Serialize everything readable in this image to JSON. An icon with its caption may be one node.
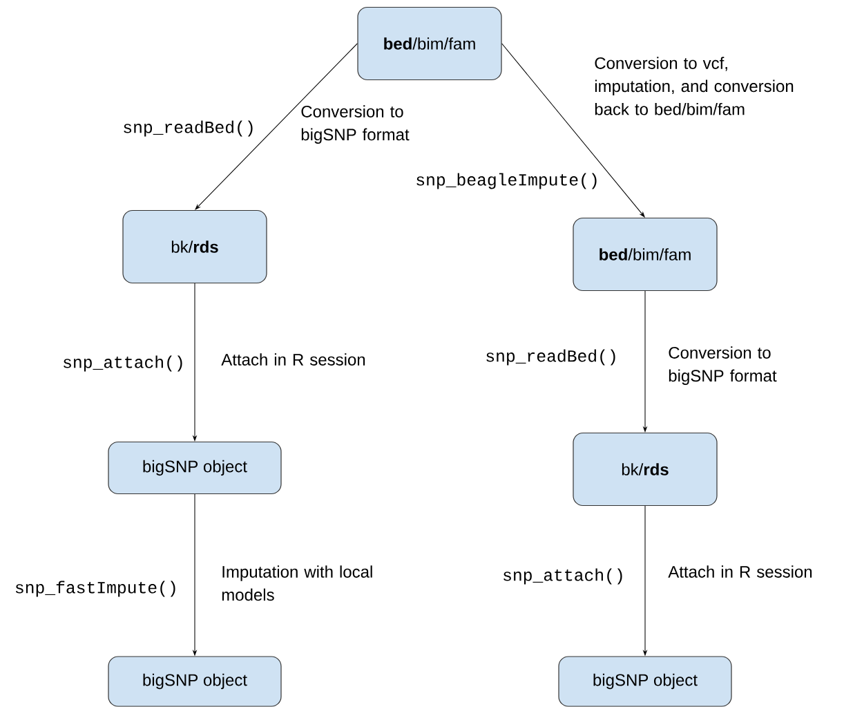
{
  "diagram": {
    "nodes": [
      {
        "text": [
          "**bed**/bim/fam"
        ]
      },
      {
        "text": [
          "bk/**rds**"
        ]
      },
      {
        "text": [
          "**bed**/bim/fam"
        ]
      },
      {
        "text": [
          "bigSNP object"
        ]
      },
      {
        "text": [
          "bk/**rds**"
        ]
      },
      {
        "text": [
          "bigSNP object"
        ]
      },
      {
        "text": [
          "bigSNP object"
        ]
      }
    ],
    "edges": [
      {
        "from": 0,
        "to": 1,
        "arrow": "to",
        "label": "Conversion to bigSNP format"
      },
      {
        "from": 0,
        "to": 2,
        "arrow": "to",
        "label": "Conversion to vcf, imputation, and conversion back to bed/bim/fam"
      },
      {
        "from": 1,
        "to": 3,
        "arrow": "to",
        "label": "Attach in R session"
      },
      {
        "from": 3,
        "to": 5,
        "arrow": "to",
        "label": "Imputation with local models"
      },
      {
        "from": 2,
        "to": 4,
        "arrow": "to",
        "label": "Conversion to bigSNP format"
      },
      {
        "from": 4,
        "to": 6,
        "arrow": "to",
        "label": "Attach in R session"
      }
    ],
    "labels": [
      "snp_readBed()",
      "snp_beagleImpute()",
      "snp_attach()",
      "snp_readBed()",
      "snp_fastImpute()",
      "snp_attach()"
    ]
  }
}
